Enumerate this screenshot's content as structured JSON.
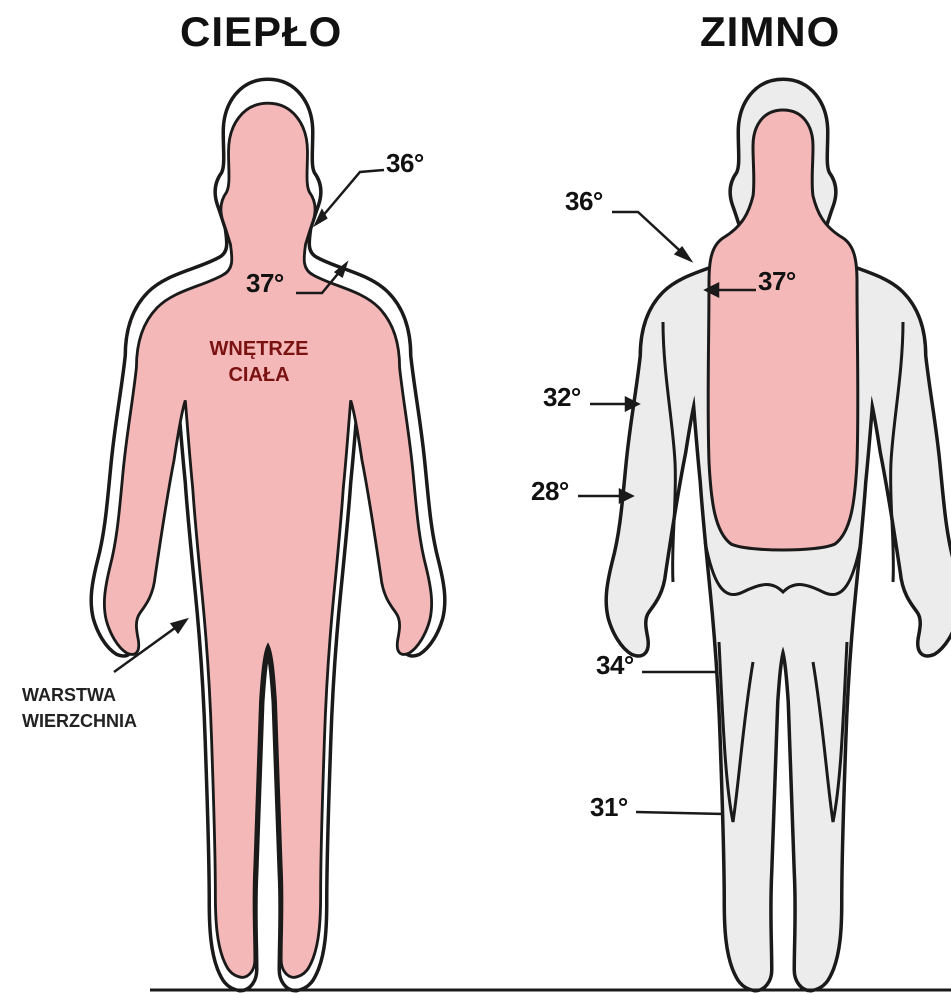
{
  "left_figure": {
    "title": "CIEPŁO",
    "labels": {
      "t36": "36°",
      "t37": "37°",
      "core_line1": "WNĘTRZE",
      "core_line2": "CIAŁA",
      "shell_line1": "WARSTWA",
      "shell_line2": "WIERZCHNIA"
    }
  },
  "right_figure": {
    "title": "ZIMNO",
    "labels": {
      "t36": "36°",
      "t37": "37°",
      "t32": "32°",
      "t28": "28°",
      "t34": "34°",
      "t31": "31°"
    }
  },
  "colors": {
    "core": "#f4b8b8",
    "shell": "#ececec",
    "outline": "#1a1a1a",
    "core_label": "#7a1212"
  }
}
